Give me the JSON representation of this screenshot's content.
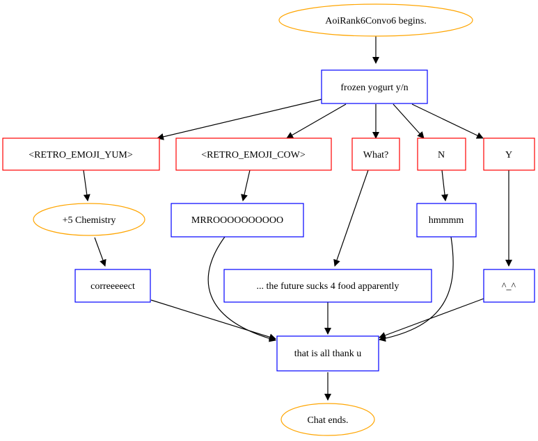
{
  "nodes": {
    "start": "AoiRank6Convo6 begins.",
    "question": "frozen yogurt y/n",
    "opt_yum": "<RETRO_EMOJI_YUM>",
    "opt_cow": "<RETRO_EMOJI_COW>",
    "opt_what": "What?",
    "opt_n": "N",
    "opt_y": "Y",
    "chemistry": "+5 Chemistry",
    "mrroo": "MRROOOOOOOOOO",
    "hmmmm": "hmmmm",
    "correct": "correeeeect",
    "future": "... the future sucks 4 food apparently",
    "smile": "^_^",
    "thanks": "that is all thank u",
    "end": "Chat ends."
  },
  "colors": {
    "event_stroke": "#FFA500",
    "choice_stroke": "#FF0000",
    "line_stroke": "#0000FF",
    "edge": "#000000"
  }
}
